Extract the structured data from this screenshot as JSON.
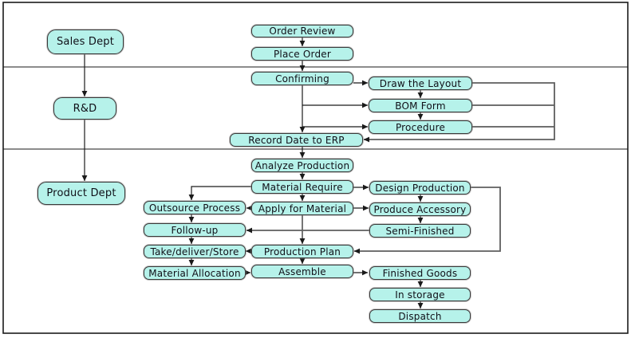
{
  "diagram": {
    "type": "flowchart-swimlane",
    "colors": {
      "node_fill": "#b6f2ea",
      "node_border": "#3a3a3a",
      "line": "#1a1a1a",
      "line_secondary": "#5e5e5e",
      "lane_border": "#1a1a1a",
      "background": "#ffffff"
    },
    "lanes": [
      {
        "label": "Sales Dept"
      },
      {
        "label": "R&D"
      },
      {
        "label": "Product Dept"
      }
    ],
    "nodes": {
      "sales_dept": {
        "label": "Sales Dept"
      },
      "rnd": {
        "label": "R&D"
      },
      "product_dept": {
        "label": "Product Dept"
      },
      "order_review": {
        "label": "Order Review"
      },
      "place_order": {
        "label": "Place Order"
      },
      "confirming": {
        "label": "Confirming"
      },
      "draw_layout": {
        "label": "Draw the Layout"
      },
      "bom_form": {
        "label": "BOM Form"
      },
      "procedure": {
        "label": "Procedure"
      },
      "record_erp": {
        "label": "Record Date to ERP"
      },
      "analyze_production": {
        "label": "Analyze Production"
      },
      "material_require": {
        "label": "Material Require"
      },
      "design_production": {
        "label": "Design Production"
      },
      "outsource_process": {
        "label": "Outsource Process"
      },
      "apply_material": {
        "label": "Apply for Material"
      },
      "produce_accessory": {
        "label": "Produce Accessory"
      },
      "follow_up": {
        "label": "Follow-up"
      },
      "semi_finished": {
        "label": "Semi-Finished"
      },
      "take_deliver_store": {
        "label": "Take/deliver/Store"
      },
      "production_plan": {
        "label": "Production Plan"
      },
      "material_allocation": {
        "label": "Material Allocation"
      },
      "assemble": {
        "label": "Assemble"
      },
      "finished_goods": {
        "label": "Finished Goods"
      },
      "in_storage": {
        "label": "In storage"
      },
      "dispatch": {
        "label": "Dispatch"
      }
    }
  }
}
